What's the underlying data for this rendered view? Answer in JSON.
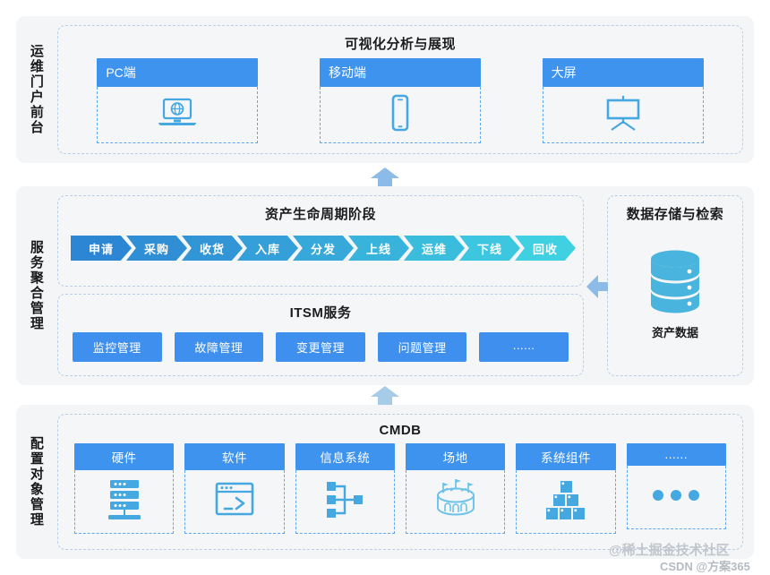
{
  "colors": {
    "band_bg": "#f3f5f7",
    "dash_border": "#b9cfe8",
    "header_blue": "#3e93ee",
    "button_blue": "#3e8fee",
    "icon_blue": "#45a8e0",
    "arrow_blue": "#8dbbe8",
    "chevron_start": "#2d86d4",
    "chevron_end": "#3fd0e2"
  },
  "bands": [
    {
      "id": "portal",
      "side_label": "运维门户前台",
      "title": "可视化分析与展现",
      "cards": [
        {
          "label": "PC端",
          "icon": "laptop-globe-icon"
        },
        {
          "label": "移动端",
          "icon": "mobile-phone-icon"
        },
        {
          "label": "大屏",
          "icon": "projector-screen-icon"
        }
      ]
    },
    {
      "id": "service",
      "side_label": "服务聚合管理",
      "lifecycle": {
        "title": "资产生命周期阶段",
        "stages": [
          "申请",
          "采购",
          "收货",
          "入库",
          "分发",
          "上线",
          "运维",
          "下线",
          "回收"
        ]
      },
      "itsm": {
        "title": "ITSM服务",
        "buttons": [
          "监控管理",
          "故障管理",
          "变更管理",
          "问题管理",
          "......"
        ]
      },
      "storage": {
        "title": "数据存储与检索",
        "icon": "database-cylinder-icon",
        "caption": "资产数据"
      }
    },
    {
      "id": "cmdb",
      "side_label": "配置对象管理",
      "title": "CMDB",
      "cards": [
        {
          "label": "硬件",
          "icon": "server-rack-icon"
        },
        {
          "label": "软件",
          "icon": "terminal-window-icon"
        },
        {
          "label": "信息系统",
          "icon": "system-tree-icon"
        },
        {
          "label": "场地",
          "icon": "stadium-venue-icon"
        },
        {
          "label": "系统组件",
          "icon": "stacked-blocks-icon"
        },
        {
          "label": "......",
          "icon": "three-dots-icon"
        }
      ]
    }
  ],
  "arrows": [
    {
      "name": "arrow-cmdb-to-service",
      "direction": "up"
    },
    {
      "name": "arrow-service-to-portal",
      "direction": "up"
    },
    {
      "name": "arrow-storage-to-service",
      "direction": "left"
    }
  ],
  "watermarks": {
    "primary": "@稀土掘金技术社区",
    "secondary": "CSDN @方案365"
  }
}
